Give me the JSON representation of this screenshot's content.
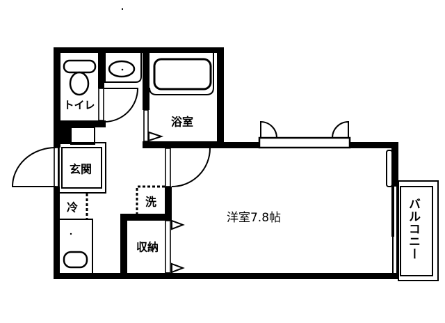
{
  "plan": {
    "colors": {
      "wall": "#000000",
      "background": "#ffffff"
    },
    "labels": {
      "toilet": "トイレ",
      "bathroom": "浴室",
      "entrance": "玄関",
      "refrigerator": "冷",
      "washer": "洗",
      "storage": "収納",
      "western_room": "洋室7.8帖",
      "balcony": "バルコニー"
    }
  }
}
